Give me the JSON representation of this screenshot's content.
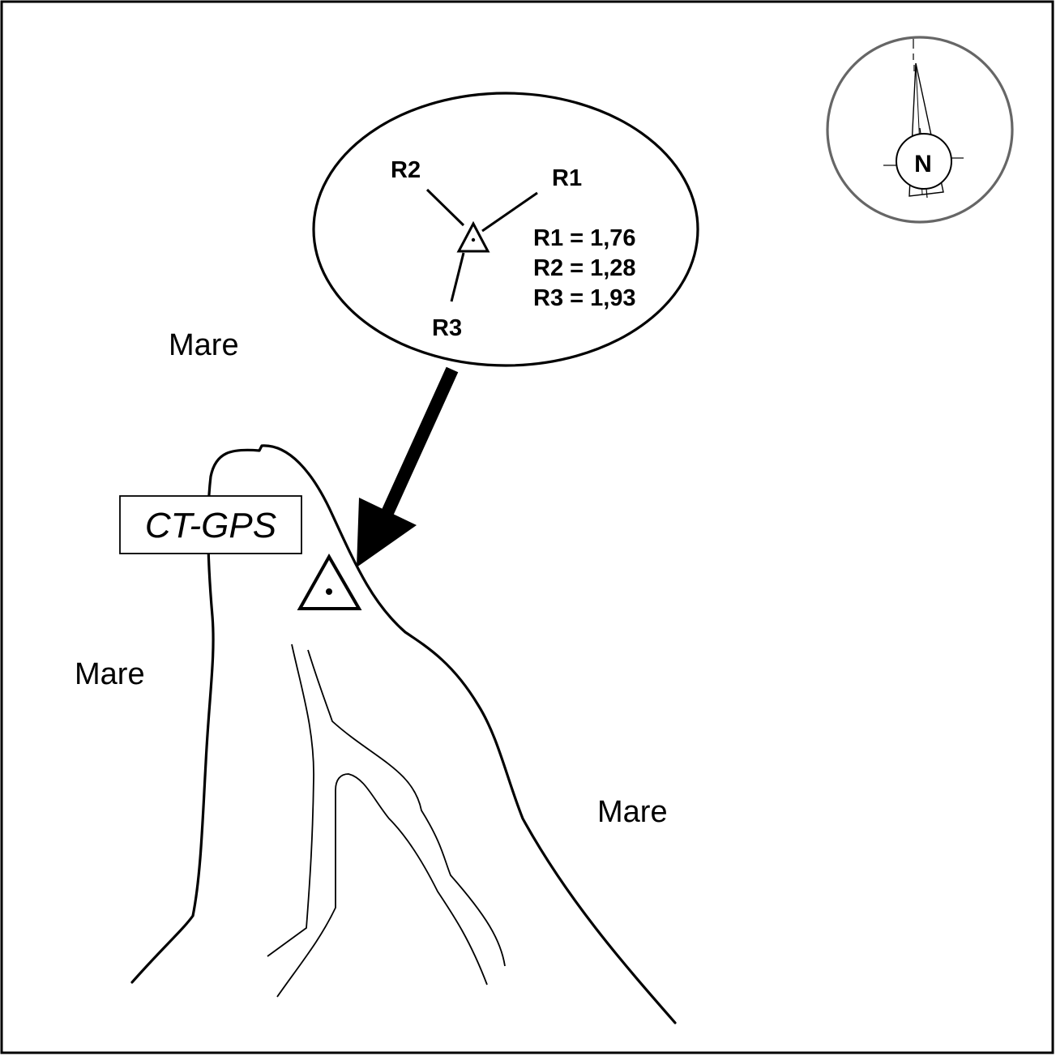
{
  "station": {
    "label": "CT-GPS"
  },
  "sea_labels": [
    "Mare",
    "Mare",
    "Mare"
  ],
  "inset": {
    "arms": [
      "R1",
      "R2",
      "R3"
    ],
    "measurements": [
      "R1 = 1,76",
      "R2 = 1,28",
      "R3 = 1,93"
    ]
  },
  "compass": {
    "label": "N"
  },
  "colors": {
    "ink": "#000000",
    "compass_ring": "#666666",
    "background": "#ffffff"
  }
}
